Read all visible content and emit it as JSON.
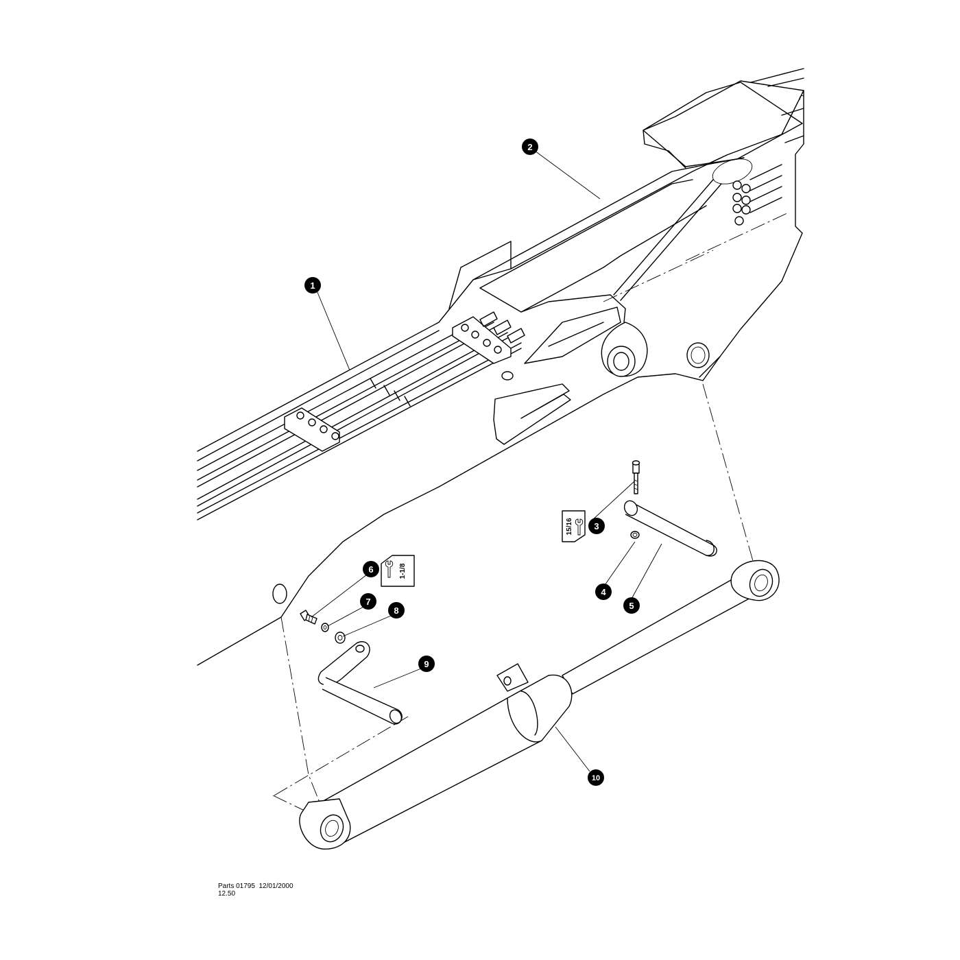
{
  "footer": {
    "line1": "Parts 01795  12/01/2000",
    "line2": "12.50"
  },
  "callouts": [
    {
      "id": "1",
      "label": "1"
    },
    {
      "id": "2",
      "label": "2"
    },
    {
      "id": "3",
      "label": "3"
    },
    {
      "id": "4",
      "label": "4"
    },
    {
      "id": "5",
      "label": "5"
    },
    {
      "id": "6",
      "label": "6"
    },
    {
      "id": "7",
      "label": "7"
    },
    {
      "id": "8",
      "label": "8"
    },
    {
      "id": "9",
      "label": "9"
    },
    {
      "id": "10",
      "label": "10"
    }
  ],
  "wrench_tags": [
    {
      "id": "w3",
      "size": "15/16",
      "icon": "wrench-icon"
    },
    {
      "id": "w6",
      "size": "1-1/8",
      "icon": "wrench-icon"
    }
  ]
}
